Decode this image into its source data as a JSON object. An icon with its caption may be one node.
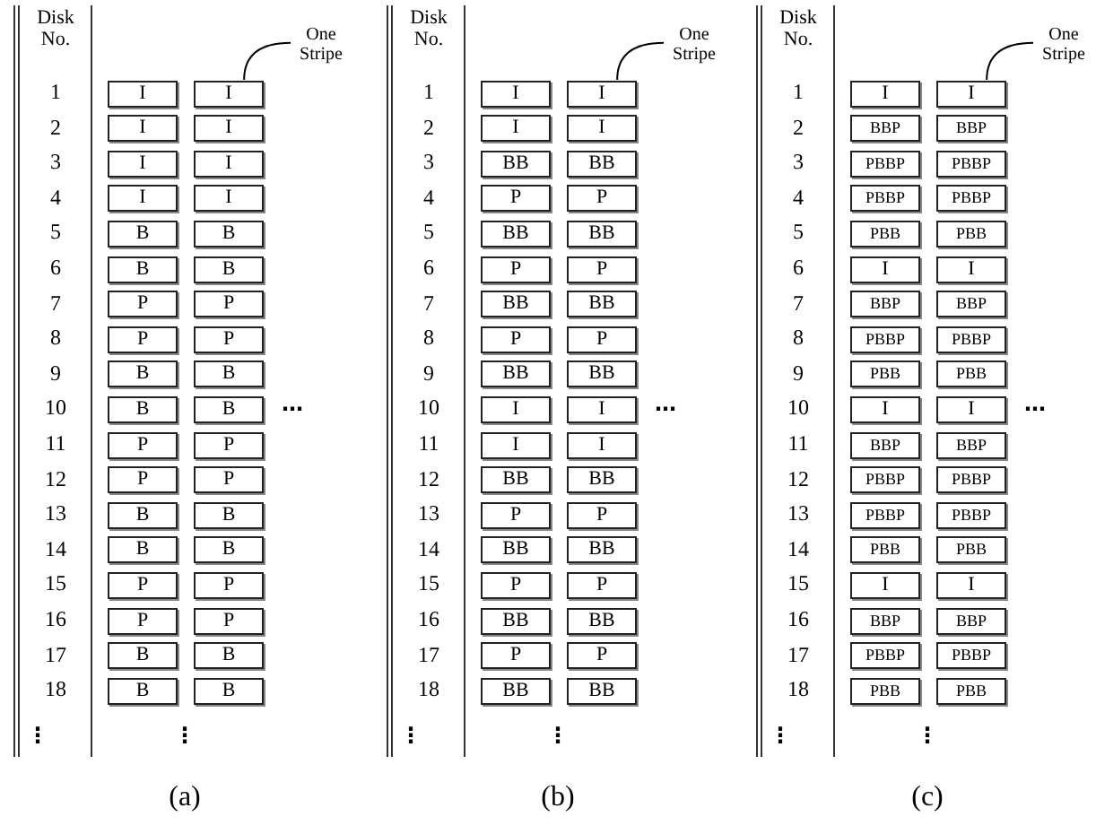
{
  "diagram": {
    "nodes": [
      {
        "text": [
          "One Stripe"
        ]
      },
      {
        "text": [
          "I"
        ]
      },
      {
        "text": [
          "I"
        ]
      },
      {
        "text": [
          "I"
        ]
      },
      {
        "text": [
          "I"
        ]
      },
      {
        "text": [
          "I"
        ]
      },
      {
        "text": [
          "I"
        ]
      },
      {
        "text": [
          "I"
        ]
      },
      {
        "text": [
          "I"
        ]
      },
      {
        "text": [
          "B"
        ]
      },
      {
        "text": [
          "B"
        ]
      },
      {
        "text": [
          "B"
        ]
      },
      {
        "text": [
          "B"
        ]
      },
      {
        "text": [
          "P"
        ]
      },
      {
        "text": [
          "P"
        ]
      },
      {
        "text": [
          "P"
        ]
      },
      {
        "text": [
          "P"
        ]
      },
      {
        "text": [
          "B"
        ]
      },
      {
        "text": [
          "B"
        ]
      },
      {
        "text": [
          "B"
        ]
      },
      {
        "text": [
          "B"
        ]
      },
      {
        "text": [
          "P"
        ]
      },
      {
        "text": [
          "P"
        ]
      },
      {
        "text": [
          "P"
        ]
      },
      {
        "text": [
          "P"
        ]
      },
      {
        "text": [
          "B"
        ]
      },
      {
        "text": [
          "B"
        ]
      },
      {
        "text": [
          "B"
        ]
      },
      {
        "text": [
          "B"
        ]
      },
      {
        "text": [
          "P"
        ]
      },
      {
        "text": [
          "P"
        ]
      },
      {
        "text": [
          "P"
        ]
      },
      {
        "text": [
          "P"
        ]
      },
      {
        "text": [
          "B"
        ]
      },
      {
        "text": [
          "B"
        ]
      },
      {
        "text": [
          "B"
        ]
      },
      {
        "text": [
          "B"
        ]
      },
      {
        "text": [
          "One Stripe"
        ]
      },
      {
        "text": [
          "I"
        ]
      },
      {
        "text": [
          "I"
        ]
      },
      {
        "text": [
          "I"
        ]
      },
      {
        "text": [
          "I"
        ]
      },
      {
        "text": [
          "BB"
        ]
      },
      {
        "text": [
          "BB"
        ]
      },
      {
        "text": [
          "P"
        ]
      },
      {
        "text": [
          "P"
        ]
      },
      {
        "text": [
          "BB"
        ]
      },
      {
        "text": [
          "BB"
        ]
      },
      {
        "text": [
          "P"
        ]
      },
      {
        "text": [
          "P"
        ]
      },
      {
        "text": [
          "BB"
        ]
      },
      {
        "text": [
          "BB"
        ]
      },
      {
        "text": [
          "P"
        ]
      },
      {
        "text": [
          "P"
        ]
      },
      {
        "text": [
          "BB"
        ]
      },
      {
        "text": [
          "BB"
        ]
      },
      {
        "text": [
          "I"
        ]
      },
      {
        "text": [
          "I"
        ]
      },
      {
        "text": [
          "I"
        ]
      },
      {
        "text": [
          "I"
        ]
      },
      {
        "text": [
          "BB"
        ]
      },
      {
        "text": [
          "BB"
        ]
      },
      {
        "text": [
          "P"
        ]
      },
      {
        "text": [
          "P"
        ]
      },
      {
        "text": [
          "BB"
        ]
      },
      {
        "text": [
          "BB"
        ]
      },
      {
        "text": [
          "P"
        ]
      },
      {
        "text": [
          "P"
        ]
      },
      {
        "text": [
          "BB"
        ]
      },
      {
        "text": [
          "BB"
        ]
      },
      {
        "text": [
          "P"
        ]
      },
      {
        "text": [
          "P"
        ]
      },
      {
        "text": [
          "BB"
        ]
      },
      {
        "text": [
          "BB"
        ]
      },
      {
        "text": [
          "One Stripe"
        ]
      },
      {
        "text": [
          "I"
        ]
      },
      {
        "text": [
          "I"
        ]
      },
      {
        "text": [
          "BBP"
        ]
      },
      {
        "text": [
          "BBP"
        ]
      },
      {
        "text": [
          "PBBP"
        ]
      },
      {
        "text": [
          "PBBP"
        ]
      },
      {
        "text": [
          "PBBP"
        ]
      },
      {
        "text": [
          "PBBP"
        ]
      },
      {
        "text": [
          "PBB"
        ]
      },
      {
        "text": [
          "PBB"
        ]
      },
      {
        "text": [
          "I"
        ]
      },
      {
        "text": [
          "I"
        ]
      },
      {
        "text": [
          "BBP"
        ]
      },
      {
        "text": [
          "BBP"
        ]
      },
      {
        "text": [
          "PBBP"
        ]
      },
      {
        "text": [
          "PBBP"
        ]
      },
      {
        "text": [
          "PBB"
        ]
      },
      {
        "text": [
          "PBB"
        ]
      },
      {
        "text": [
          "I"
        ]
      },
      {
        "text": [
          "I"
        ]
      },
      {
        "text": [
          "BBP"
        ]
      },
      {
        "text": [
          "BBP"
        ]
      },
      {
        "text": [
          "PBBP"
        ]
      },
      {
        "text": [
          "PBBP"
        ]
      },
      {
        "text": [
          "PBBP"
        ]
      },
      {
        "text": [
          "PBBP"
        ]
      },
      {
        "text": [
          "PBB"
        ]
      },
      {
        "text": [
          "PBB"
        ]
      },
      {
        "text": [
          "I"
        ]
      },
      {
        "text": [
          "I"
        ]
      },
      {
        "text": [
          "BBP"
        ]
      },
      {
        "text": [
          "BBP"
        ]
      },
      {
        "text": [
          "PBBP"
        ]
      },
      {
        "text": [
          "PBBP"
        ]
      },
      {
        "text": [
          "PBB"
        ]
      },
      {
        "text": [
          "PBB"
        ]
      }
    ],
    "edges": [
      {
        "from": 0,
        "to": 2,
        "arrow": "none"
      },
      {
        "from": 37,
        "to": 39,
        "arrow": "none"
      },
      {
        "from": 74,
        "to": 76,
        "arrow": "none"
      }
    ],
    "labels": [
      "Disk No.",
      "1",
      "2",
      "3",
      "4",
      "5",
      "6",
      "7",
      "8",
      "9",
      "10",
      "…",
      "11",
      "12",
      "13",
      "14",
      "15",
      "16",
      "17",
      "18",
      "⋮",
      "⋮",
      "(a)",
      "Disk No.",
      "1",
      "2",
      "3",
      "4",
      "5",
      "6",
      "7",
      "8",
      "9",
      "10",
      "…",
      "11",
      "12",
      "13",
      "14",
      "15",
      "16",
      "17",
      "18",
      "⋮",
      "⋮",
      "(b)",
      "Disk No.",
      "1",
      "2",
      "3",
      "4",
      "5",
      "6",
      "7",
      "8",
      "9",
      "10",
      "…",
      "11",
      "12",
      "13",
      "14",
      "15",
      "16",
      "17",
      "18",
      "⋮",
      "⋮",
      "(c)"
    ]
  }
}
